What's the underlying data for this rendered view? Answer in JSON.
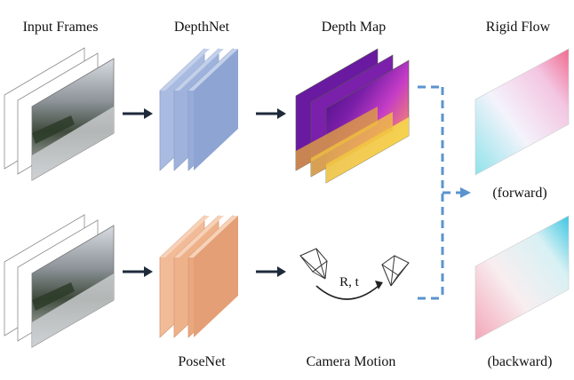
{
  "labels": {
    "input_frames": "Input Frames",
    "depthnet": "DepthNet",
    "depth_map": "Depth Map",
    "rigid_flow": "Rigid Flow",
    "forward": "(forward)",
    "posenet": "PoseNet",
    "camera_motion": "Camera Motion",
    "backward": "(backward)",
    "pose_params": "R, t"
  },
  "colors": {
    "depthnet": "#9aafd8",
    "posenet": "#ebab84",
    "arrow": "#1e2a3a",
    "dashed": "#5b93cf"
  }
}
